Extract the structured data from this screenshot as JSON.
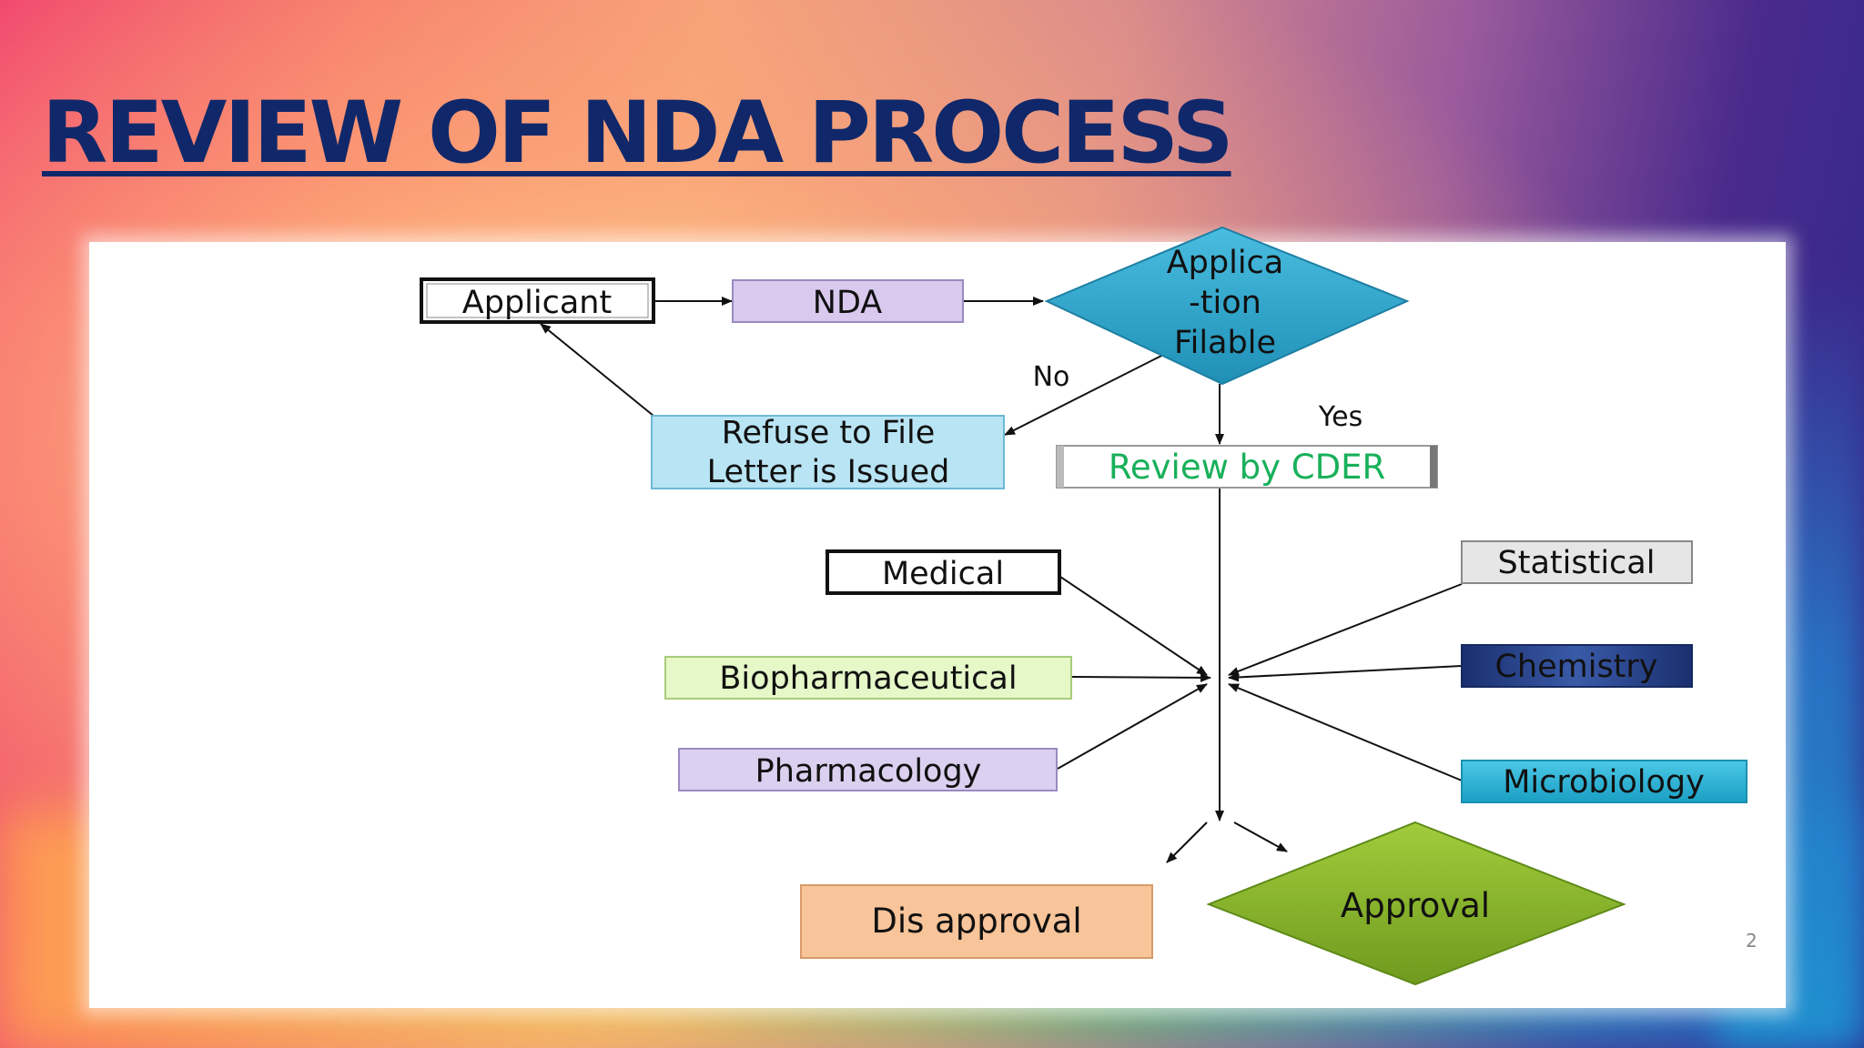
{
  "slide": {
    "title": "REVIEW OF NDA PROCESS",
    "page_number": "2"
  },
  "nodes": {
    "applicant": "Applicant",
    "nda": "NDA",
    "filable_1": "Applica",
    "filable_2": "-tion",
    "filable_3": "Filable",
    "refuse_1": "Refuse to File",
    "refuse_2": "Letter is Issued",
    "review": "Review by CDER",
    "medical": "Medical",
    "biopharm": "Biopharmaceutical",
    "pharmacology": "Pharmacology",
    "statistical": "Statistical",
    "chemistry": "Chemistry",
    "microbiology": "Microbiology",
    "disapproval": "Dis approval",
    "approval": "Approval"
  },
  "edge_labels": {
    "no": "No",
    "yes": "Yes"
  },
  "colors": {
    "title": "#10286a",
    "nda_fill": "#d9c9ee",
    "diamond_blue": "#2fa6c9",
    "refuse_fill": "#b9e4f4",
    "review_text": "#18b05a",
    "biopharm_fill": "#e6f7c8",
    "pharmacology_fill": "#dcd0f0",
    "statistical_fill": "#e6e6e6",
    "chemistry_fill": "#1f3b82",
    "microbiology_fill": "#2bb6d8",
    "disapproval_fill": "#f8c49a",
    "approval_fill": "#8ab82e"
  }
}
